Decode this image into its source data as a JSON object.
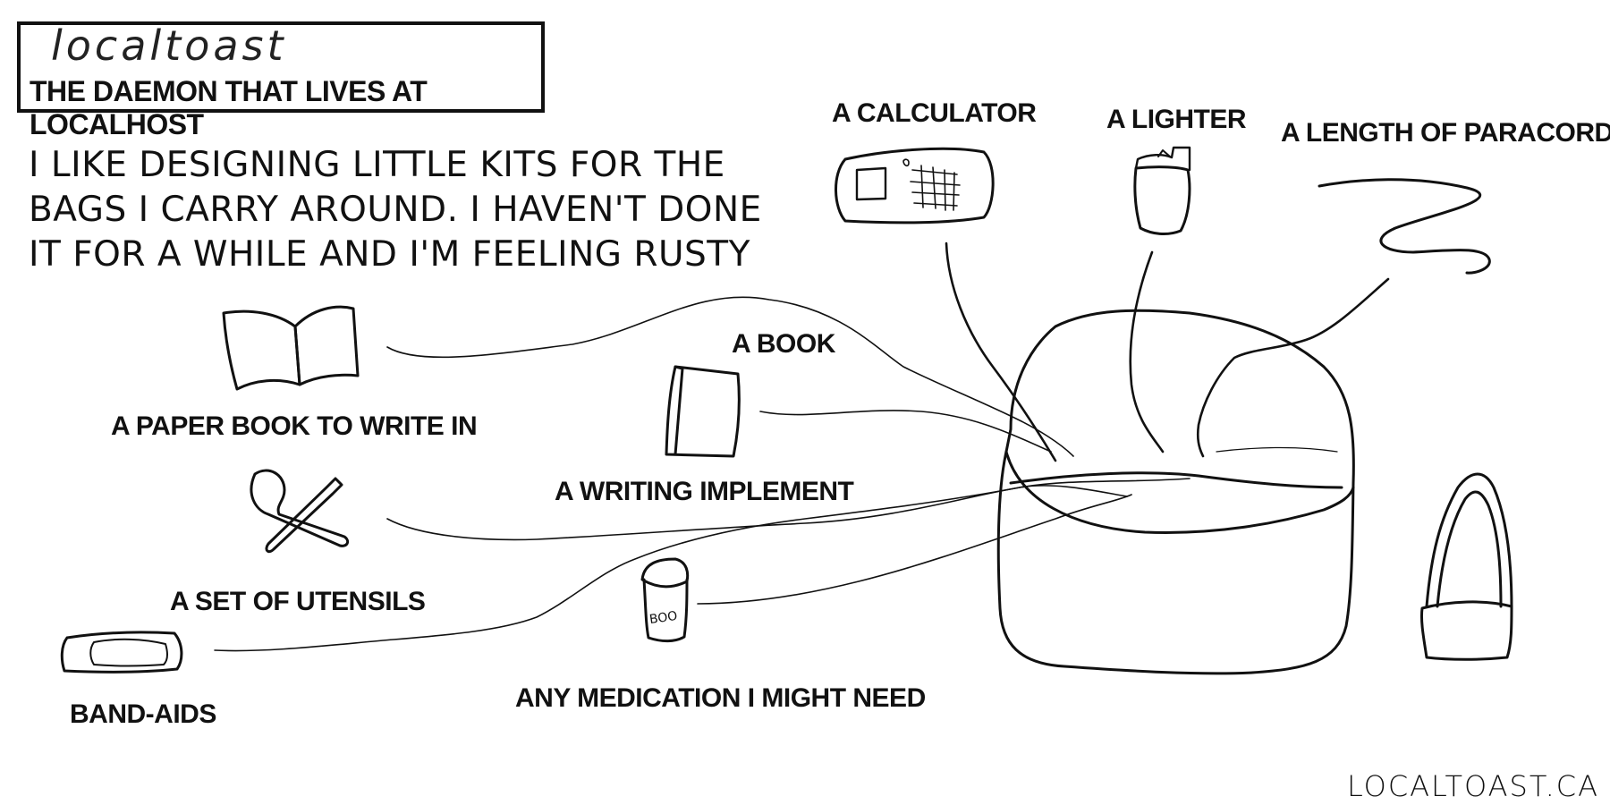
{
  "header": {
    "logo": "localtoast",
    "subtitle": "THE DAEMON THAT LIVES AT LOCALHOST"
  },
  "intro": {
    "lines": [
      "I LIKE DESIGNING LITTLE KITS FOR THE",
      "BAGS I CARRY AROUND. I HAVEN'T DONE",
      "IT FOR A WHILE AND I'M FEELING RUSTY"
    ]
  },
  "items": {
    "calculator": "A CALCULATOR",
    "lighter": "A LIGHTER",
    "paracord": "A LENGTH OF PARACORD",
    "book": "A BOOK",
    "paper_book": "A PAPER BOOK TO WRITE IN",
    "writing_implement": "A WRITING IMPLEMENT",
    "utensils": "A SET OF UTENSILS",
    "bandaids": "BAND-AIDS",
    "medication": "ANY MEDICATION I MIGHT NEED",
    "pill_bottle_text": "BOO"
  },
  "footer": {
    "site": "LOCALTOAST.CA"
  }
}
